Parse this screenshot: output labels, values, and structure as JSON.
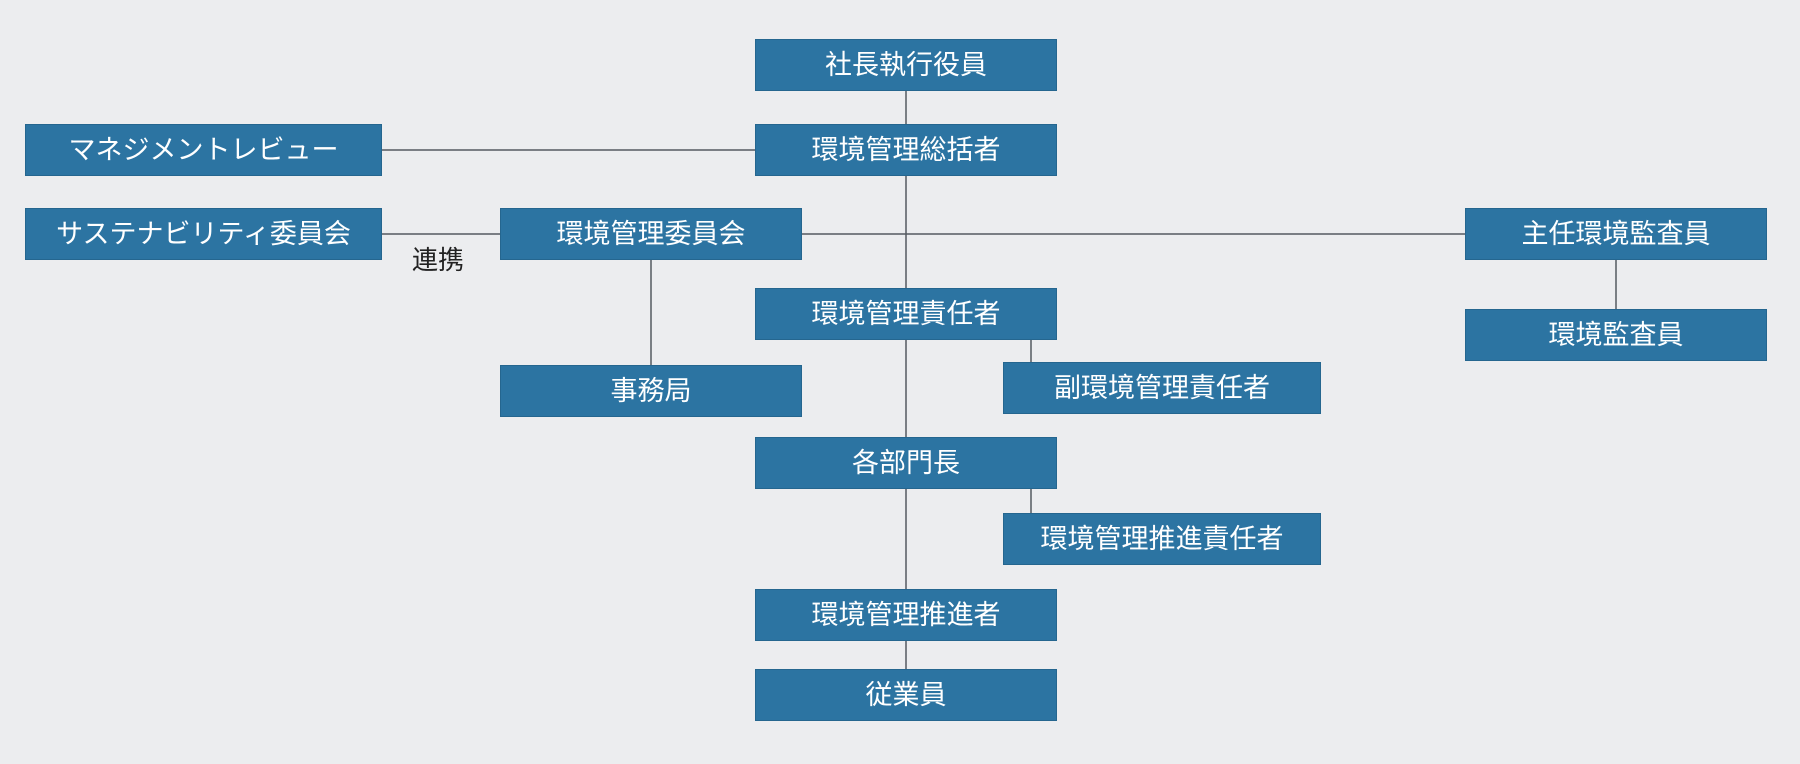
{
  "chart": {
    "ceo": "社長執行役員",
    "general_manager": "環境管理総括者",
    "management_review": "マネジメントレビュー",
    "sustainability_committee": "サステナビリティ委員会",
    "cooperation": "連携",
    "env_committee": "環境管理委員会",
    "lead_auditor": "主任環境監査員",
    "auditor": "環境監査員",
    "manager": "環境管理責任者",
    "secretariat": "事務局",
    "deputy_manager": "副環境管理責任者",
    "dept_heads": "各部門長",
    "promotion_manager": "環境管理推進責任者",
    "promoter": "環境管理推進者",
    "employees": "従業員"
  },
  "colors": {
    "box_fill": "#2c74a2",
    "box_text": "#ffffff",
    "line": "#555a60",
    "background": "#ecedef"
  }
}
